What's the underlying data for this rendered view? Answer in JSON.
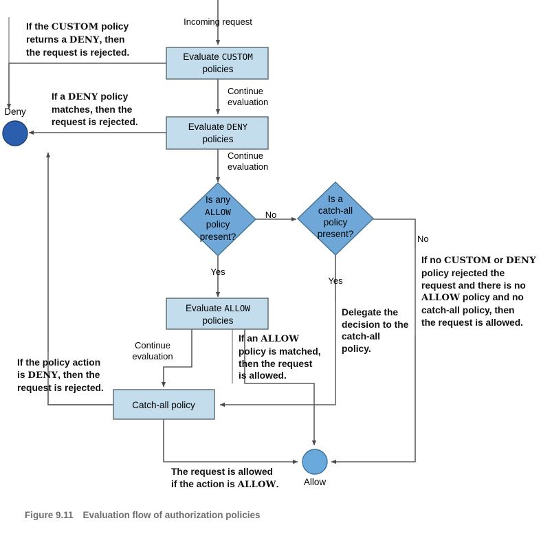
{
  "figure": {
    "number": "Figure 9.11",
    "title": "Evaluation flow of authorization policies"
  },
  "colors": {
    "process_fill": "#c3ddec",
    "decision_fill": "#6fa8d8",
    "deny_fill": "#2b5fad",
    "allow_fill": "#6aa9dc",
    "stroke": "#5b5b5b",
    "node_stroke": "#57676e",
    "caption": "#6d6d6d"
  },
  "nodes": {
    "incoming": {
      "label": "Incoming request"
    },
    "evaluate_custom": {
      "prefix": "Evaluate ",
      "keyword": "CUSTOM",
      "suffix": "policies"
    },
    "evaluate_deny": {
      "prefix": "Evaluate ",
      "keyword": "DENY",
      "suffix": "policies"
    },
    "evaluate_allow": {
      "prefix": "Evaluate ",
      "keyword": "ALLOW",
      "suffix": "policies"
    },
    "catch_all": {
      "label": "Catch-all policy"
    },
    "decision_allow_present": {
      "line1": "Is any",
      "keyword": "ALLOW",
      "line3": "policy",
      "line4": "present?"
    },
    "decision_catchall_present": {
      "line1": "Is a",
      "line2": "catch-all",
      "line3": "policy",
      "line4": "present?"
    },
    "terminal_deny": {
      "label": "Deny"
    },
    "terminal_allow": {
      "label": "Allow"
    }
  },
  "edges": {
    "custom_to_deny": {
      "line1": "Continue",
      "line2": "evaluation"
    },
    "deny_to_decision": {
      "line1": "Continue",
      "line2": "evaluation"
    },
    "allow_present_no": {
      "label": "No"
    },
    "allow_present_yes": {
      "label": "Yes"
    },
    "catchall_present_no": {
      "label": "No"
    },
    "catchall_present_yes": {
      "label": "Yes"
    },
    "allow_to_catchall": {
      "line1": "Continue",
      "line2": "evaluation"
    }
  },
  "callouts": {
    "custom_deny": [
      {
        "t": "If the "
      },
      {
        "t": "CUSTOM",
        "sc": true
      },
      {
        "t": " policy"
      },
      {
        "br": true
      },
      {
        "t": "returns a "
      },
      {
        "t": "DENY",
        "sc": true
      },
      {
        "t": ", then"
      },
      {
        "br": true
      },
      {
        "t": "the request is rejected."
      }
    ],
    "deny_match": [
      {
        "t": "If a "
      },
      {
        "t": "DENY",
        "sc": true
      },
      {
        "t": " policy"
      },
      {
        "br": true
      },
      {
        "t": "matches, then the"
      },
      {
        "br": true
      },
      {
        "t": "request is rejected."
      }
    ],
    "no_policy_allowed": [
      {
        "t": "If no "
      },
      {
        "t": "CUSTOM",
        "sc": true
      },
      {
        "t": " or "
      },
      {
        "t": "DENY",
        "sc": true
      },
      {
        "br": true
      },
      {
        "t": "policy rejected the"
      },
      {
        "br": true
      },
      {
        "t": "request and there is no"
      },
      {
        "br": true
      },
      {
        "t": "ALLOW",
        "sc": true
      },
      {
        "t": " policy and no"
      },
      {
        "br": true
      },
      {
        "t": "catch-all policy, then"
      },
      {
        "br": true
      },
      {
        "t": "the request is allowed."
      }
    ],
    "delegate": [
      {
        "t": "Delegate the"
      },
      {
        "br": true
      },
      {
        "t": "decision to the"
      },
      {
        "br": true
      },
      {
        "t": "catch-all"
      },
      {
        "br": true
      },
      {
        "t": "policy."
      }
    ],
    "allow_matched": [
      {
        "t": "If an "
      },
      {
        "t": "ALLOW",
        "sc": true
      },
      {
        "br": true
      },
      {
        "t": "policy is matched,"
      },
      {
        "br": true
      },
      {
        "t": "then the request"
      },
      {
        "br": true
      },
      {
        "t": "is allowed."
      }
    ],
    "policy_action_deny": [
      {
        "t": "If the policy action"
      },
      {
        "br": true
      },
      {
        "t": "is "
      },
      {
        "t": "DENY",
        "sc": true
      },
      {
        "t": ", then the"
      },
      {
        "br": true
      },
      {
        "t": "request is rejected."
      }
    ],
    "request_allowed": [
      {
        "t": "The request is allowed"
      },
      {
        "br": true
      },
      {
        "t": "if the action is "
      },
      {
        "t": "ALLOW",
        "sc": true
      },
      {
        "t": "."
      }
    ]
  }
}
